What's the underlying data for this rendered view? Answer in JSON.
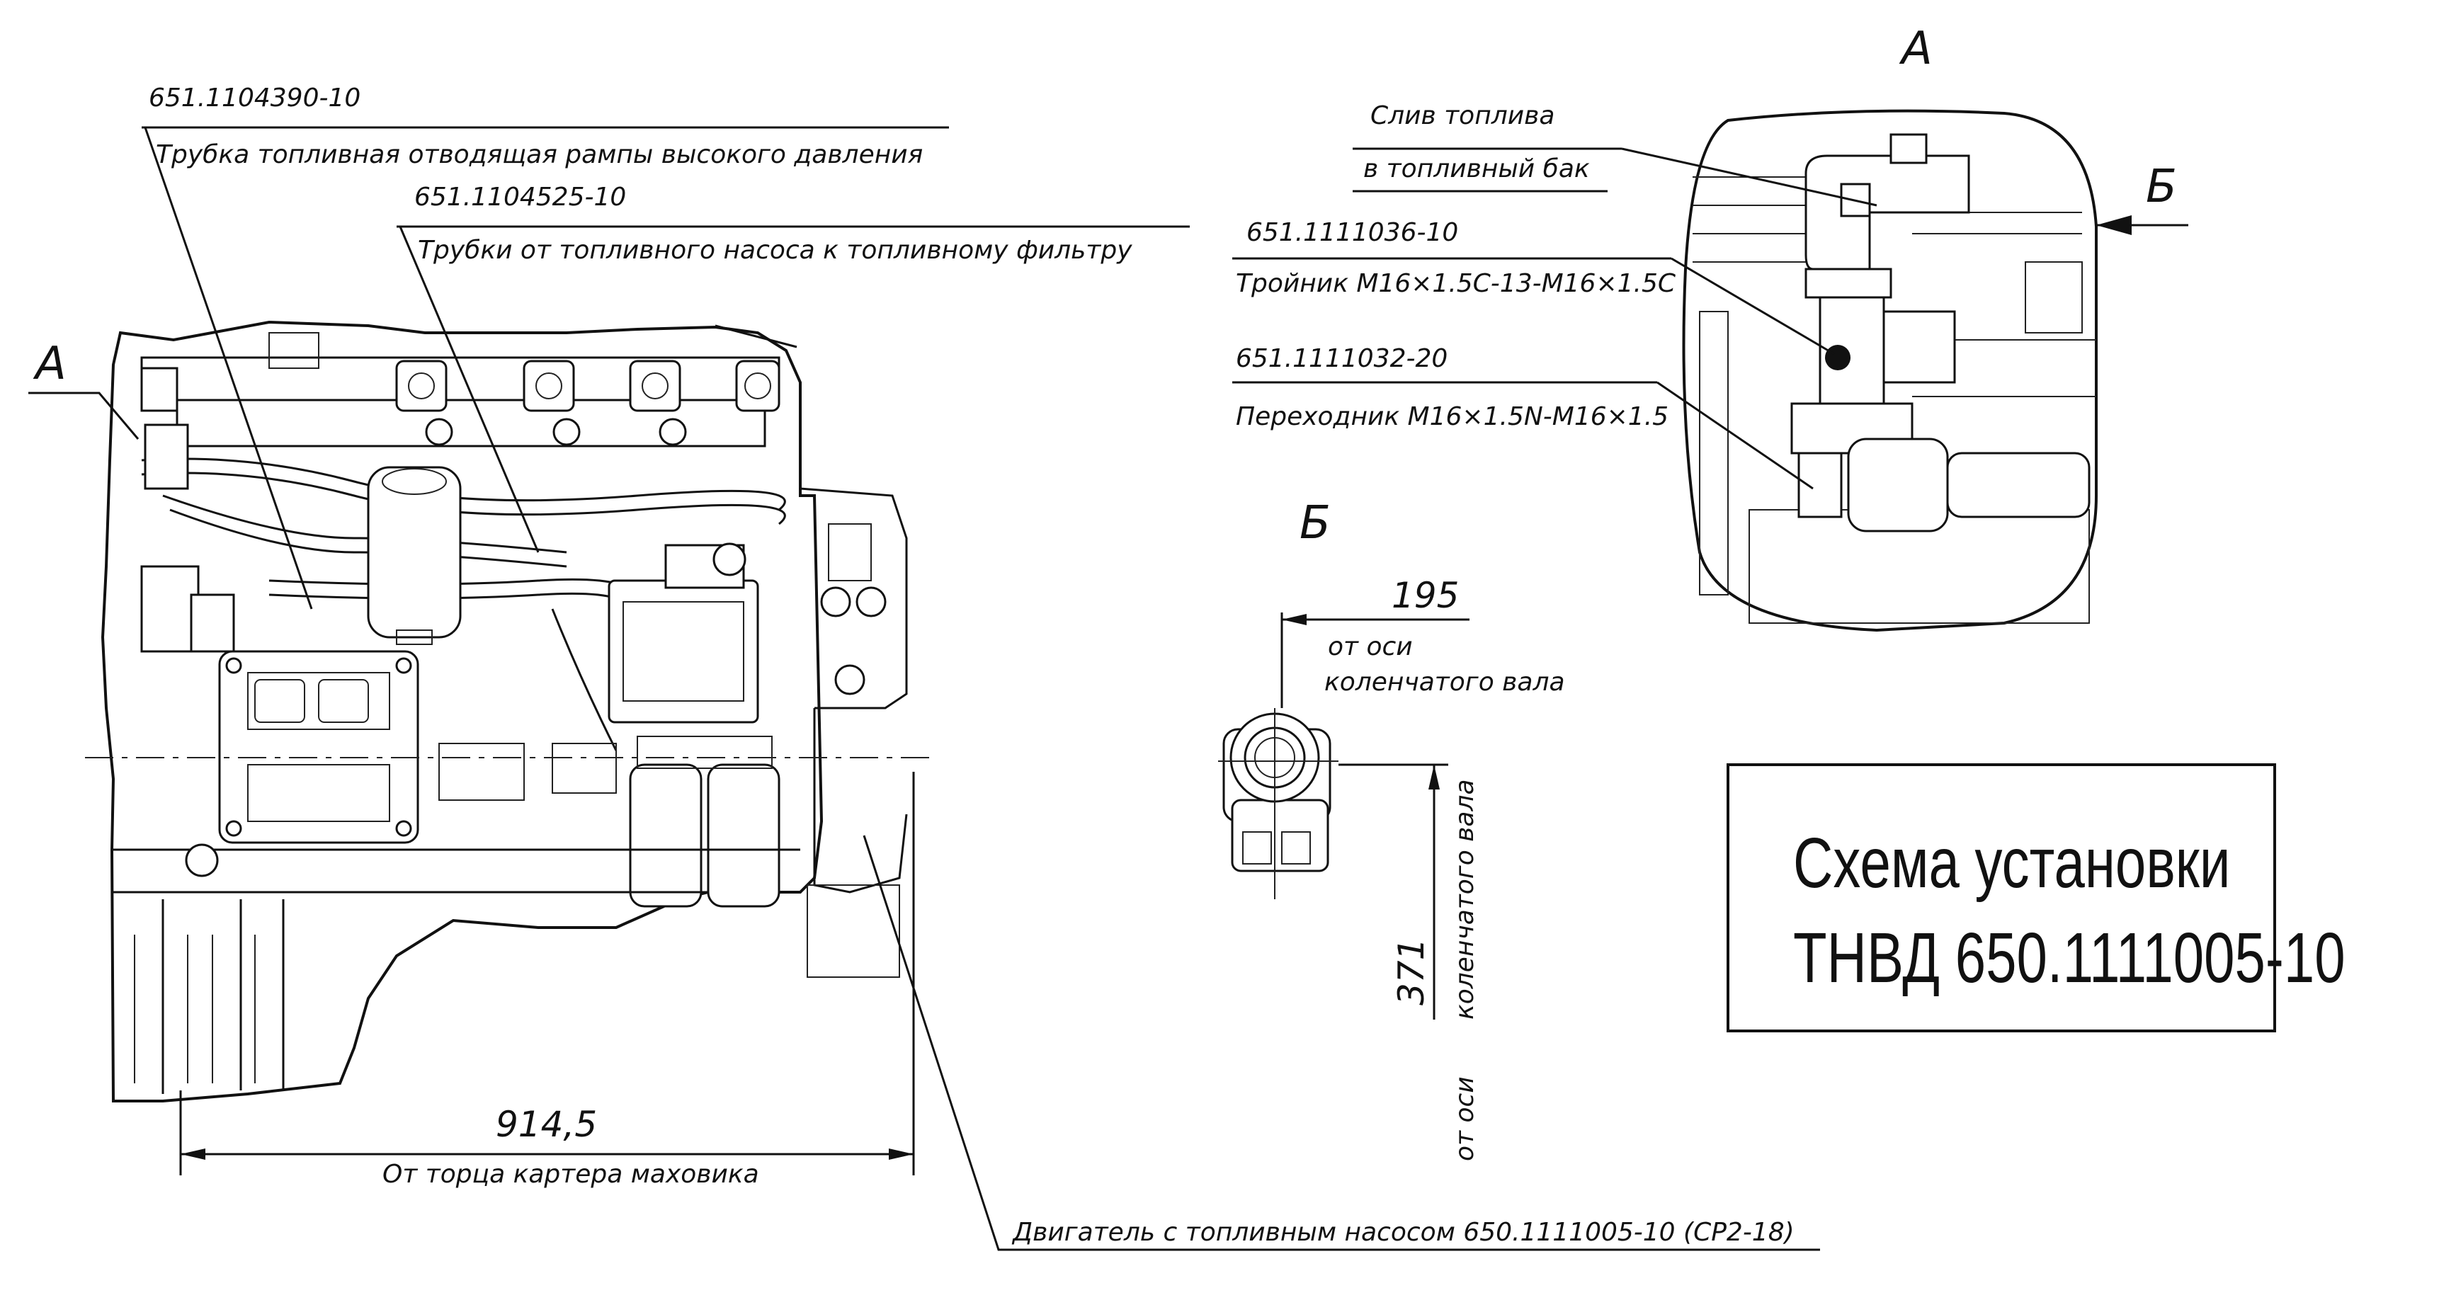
{
  "callouts": {
    "rail_pipe_code": "651.1104390-10",
    "rail_pipe_name": "Трубка топливная отводящая рампы высокого давления",
    "filter_pipes_code": "651.1104525-10",
    "filter_pipes_name": "Трубки от топливного насоса к топливному фильтру",
    "engine_name": "Двигатель с топливным насосом 650.1111005-10 (СР2-18)"
  },
  "view_a": {
    "marker_main": "А",
    "marker_detail": "А",
    "drain_line1": "Слив топлива",
    "drain_line2": "в топливный бак",
    "tee_code": "651.1111036-10",
    "tee_name": "Тройник М16×1.5С-13-М16×1.5С",
    "adapter_code": "651.1111032-20",
    "adapter_name": "Переходник М16×1.5N-М16×1.5",
    "arrow_b": "Б"
  },
  "view_b": {
    "title": "Б",
    "dim_horizontal": "195",
    "dim_h_note1": "от оси",
    "dim_h_note2": "коленчатого вала",
    "dim_vertical": "371",
    "dim_v_note1": "коленчатого вала",
    "dim_v_note2": "от оси"
  },
  "engine_dims": {
    "length_value": "914,5",
    "length_note": "От торца картера маховика"
  },
  "title_block": {
    "line1": "Схема установки",
    "line2": "ТНВД 650.1111005-10"
  }
}
